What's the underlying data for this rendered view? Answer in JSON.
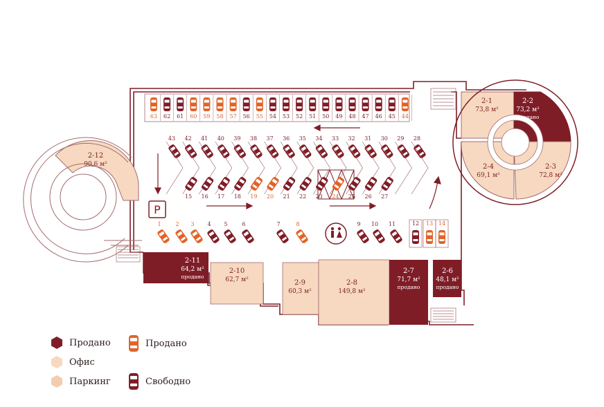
{
  "colors": {
    "sold": "#7f1d27",
    "office": "#f6d9c0",
    "parking_area": "#f3cdb0",
    "car_sold": "#e0642a",
    "car_free": "#7f1d27",
    "wall": "#7f1d27",
    "line": "#a46a6e"
  },
  "parking_sign": "P",
  "wc_icon": "wc-icon",
  "sold_label": "продано",
  "spaces_top_row": [
    "63",
    "62",
    "61",
    "60",
    "59",
    "58",
    "57",
    "56",
    "55",
    "54",
    "53",
    "52",
    "51",
    "50",
    "49",
    "48",
    "47",
    "46",
    "45",
    "44"
  ],
  "spaces_top_sold": [
    "63",
    "60",
    "59",
    "58",
    "57",
    "55",
    "44"
  ],
  "spaces_chevron_top": [
    "43",
    "42",
    "41",
    "40",
    "39",
    "38",
    "37",
    "36",
    "35",
    "34",
    "33",
    "32",
    "31",
    "30",
    "29",
    "28"
  ],
  "spaces_chevron_bottom": [
    "15",
    "16",
    "17",
    "18",
    "19",
    "20",
    "21",
    "22",
    "23",
    "24",
    "25",
    "26",
    "27"
  ],
  "spaces_chevron_bottom_sold": [
    "19",
    "20",
    "24"
  ],
  "spaces_bottom_row": [
    "1",
    "2",
    "3",
    "4",
    "5",
    "6",
    "7",
    "8",
    "9",
    "10",
    "11",
    "12",
    "13",
    "14"
  ],
  "spaces_bottom_sold": [
    "1",
    "2",
    "3",
    "8",
    "13",
    "14"
  ],
  "units": [
    {
      "id": "2-1",
      "area": "73,8 м²",
      "status": "office"
    },
    {
      "id": "2-2",
      "area": "73,2 м²",
      "status": "sold"
    },
    {
      "id": "2-3",
      "area": "72,8 м²",
      "status": "office"
    },
    {
      "id": "2-4",
      "area": "69,1 м²",
      "status": "office"
    },
    {
      "id": "2-6",
      "area": "48,1 м²",
      "status": "sold"
    },
    {
      "id": "2-7",
      "area": "71,7 м²",
      "status": "sold"
    },
    {
      "id": "2-8",
      "area": "149,8 м²",
      "status": "office"
    },
    {
      "id": "2-9",
      "area": "60,3 м²",
      "status": "office"
    },
    {
      "id": "2-10",
      "area": "62,7 м²",
      "status": "office"
    },
    {
      "id": "2-11",
      "area": "64,2 м²",
      "status": "sold"
    },
    {
      "id": "2-12",
      "area": "90,6 м²",
      "status": "office"
    }
  ],
  "legend": {
    "sold": "Продано",
    "office": "Офис",
    "parking": "Паркинг",
    "car_sold": "Продано",
    "car_free": "Свободно"
  }
}
